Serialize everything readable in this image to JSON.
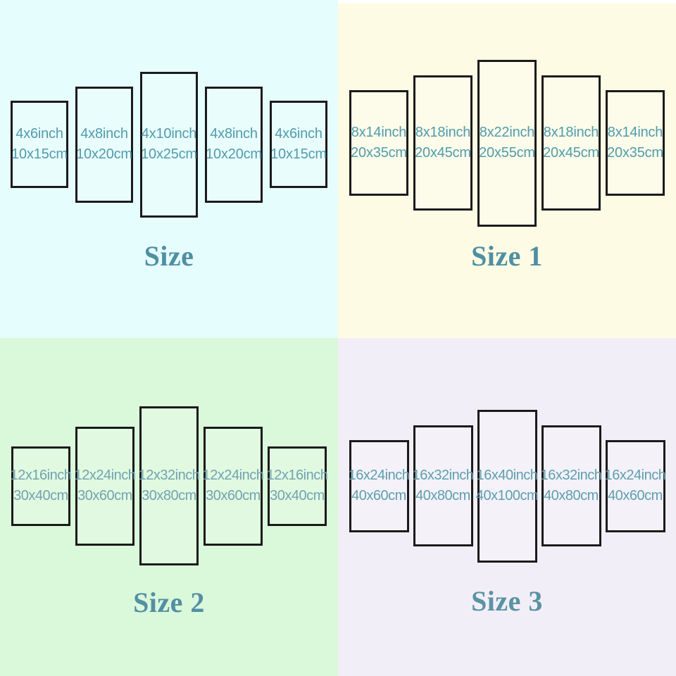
{
  "page_background": "#ffffff",
  "panel_border_color": "#1b1b1b",
  "edge_strip_color": "#ffffff",
  "quadrants": [
    {
      "title": "Size",
      "background": "#e6fdfd",
      "label_color": "#4f9cad",
      "title_color": "#4f8fa3",
      "panels": [
        {
          "inch": "4x6inch",
          "cm": "10x15cm"
        },
        {
          "inch": "4x8inch",
          "cm": "10x20cm"
        },
        {
          "inch": "4x10inch",
          "cm": "10x25cm"
        },
        {
          "inch": "4x8inch",
          "cm": "10x20cm"
        },
        {
          "inch": "4x6inch",
          "cm": "10x15cm"
        }
      ]
    },
    {
      "title": "Size 1",
      "background": "#fdfbe4",
      "label_color": "#4f9cad",
      "title_color": "#4f8fa3",
      "panels": [
        {
          "inch": "8x14inch",
          "cm": "20x35cm"
        },
        {
          "inch": "8x18inch",
          "cm": "20x45cm"
        },
        {
          "inch": "8x22inch",
          "cm": "20x55cm"
        },
        {
          "inch": "8x18inch",
          "cm": "20x45cm"
        },
        {
          "inch": "8x14inch",
          "cm": "20x35cm"
        }
      ]
    },
    {
      "title": "Size 2",
      "background": "#daf8da",
      "label_color": "#72a3b0",
      "title_color": "#538fa4",
      "panels": [
        {
          "inch": "12x16inch",
          "cm": "30x40cm"
        },
        {
          "inch": "12x24inch",
          "cm": "30x60cm"
        },
        {
          "inch": "12x32inch",
          "cm": "30x80cm"
        },
        {
          "inch": "12x24inch",
          "cm": "30x60cm"
        },
        {
          "inch": "12x16inch",
          "cm": "30x40cm"
        }
      ]
    },
    {
      "title": "Size 3",
      "background": "#f2eef7",
      "label_color": "#5d9fae",
      "title_color": "#5a93a4",
      "panels": [
        {
          "inch": "16x24inch",
          "cm": "40x60cm"
        },
        {
          "inch": "16x32inch",
          "cm": "40x80cm"
        },
        {
          "inch": "16x40inch",
          "cm": "40x100cm"
        },
        {
          "inch": "16x32inch",
          "cm": "40x80cm"
        },
        {
          "inch": "16x24inch",
          "cm": "40x60cm"
        }
      ]
    }
  ]
}
